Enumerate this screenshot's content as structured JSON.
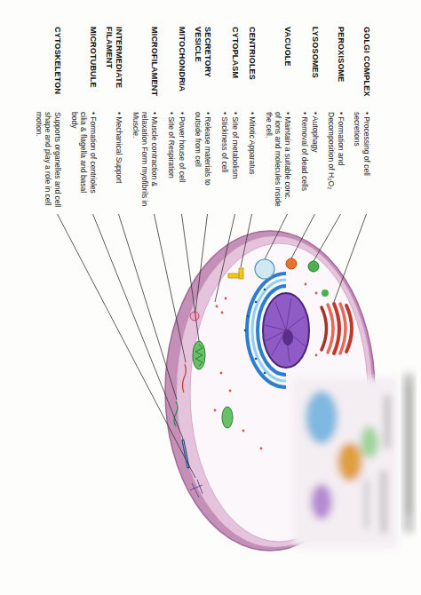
{
  "diagram": {
    "labels": [
      "CYTOSKELETON",
      "Supports organelles and cell shape and play a role in cell motion.",
      "MICROTUBULE",
      "• Formation of centrioles cilia & flagella and basal body",
      "INTERMEDIATE FILAMENT",
      "• Mechanical Support",
      "MICROFILAMENT",
      "• Muscle contraction & relaxation Form myofibrils in Muscle.",
      "MITOCHONDRIA",
      "• Power house of cell",
      "• Site of Respiration",
      "SECRETORY VESICLE",
      "• Release materials to outside from cell",
      "CYTOPLASM",
      "• Site of metabolism",
      "• Stickiness of cell",
      "CENTRIOLES",
      "• Mitotic Apparatus",
      "VACUOLE",
      "• Maintain a suitable conc. of ions and molecules inside the cell.",
      "LYSOSOMES",
      "• Autophagy",
      "• Removal of dead cells",
      "PEROXISOME",
      "• Formation and Decomposition of H₂O₂",
      "GOLGI COMPLEX",
      "• Processing of cell secretions"
    ]
  }
}
